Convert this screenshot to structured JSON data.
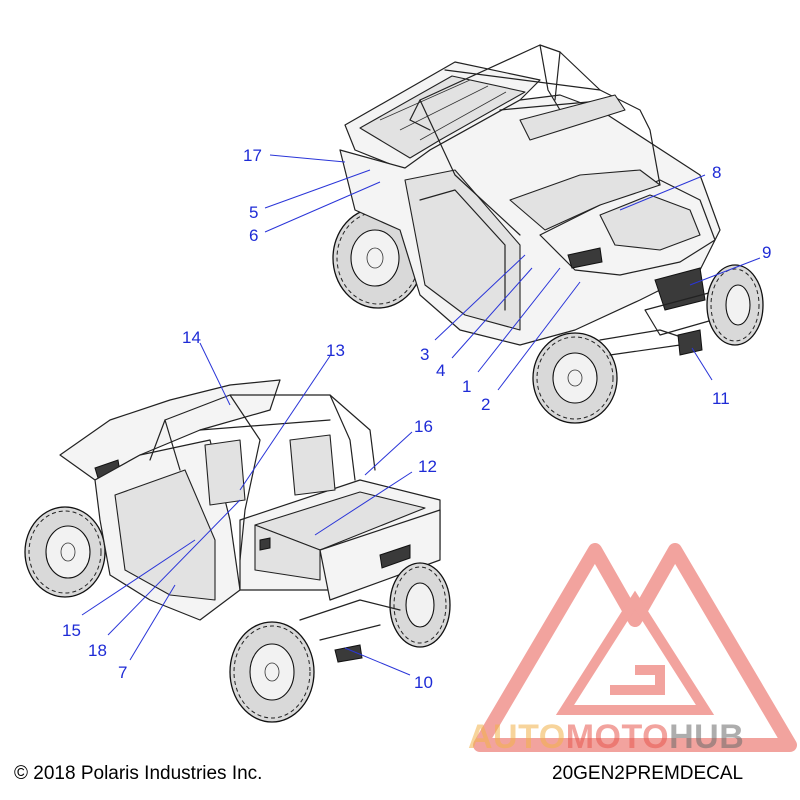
{
  "callouts": [
    {
      "id": "1",
      "label": "1"
    },
    {
      "id": "2",
      "label": "2"
    },
    {
      "id": "3",
      "label": "3"
    },
    {
      "id": "4",
      "label": "4"
    },
    {
      "id": "5",
      "label": "5"
    },
    {
      "id": "6",
      "label": "6"
    },
    {
      "id": "7",
      "label": "7"
    },
    {
      "id": "8",
      "label": "8"
    },
    {
      "id": "9",
      "label": "9"
    },
    {
      "id": "10",
      "label": "10"
    },
    {
      "id": "11",
      "label": "11"
    },
    {
      "id": "12",
      "label": "12"
    },
    {
      "id": "13",
      "label": "13"
    },
    {
      "id": "14",
      "label": "14"
    },
    {
      "id": "15",
      "label": "15"
    },
    {
      "id": "16",
      "label": "16"
    },
    {
      "id": "17",
      "label": "17"
    },
    {
      "id": "18",
      "label": "18"
    }
  ],
  "footer": {
    "copyright": "© 2018 Polaris Industries Inc.",
    "diagram_code": "20GEN2PREMDECAL"
  },
  "watermark": {
    "part1": "AUTO",
    "part2": "MOTO",
    "part3": "HUB",
    "color_part1": "#f2b24a",
    "color_part2": "#e8584f",
    "color_part3": "#6b6b6b",
    "logo_color": "#e8584f"
  },
  "colors": {
    "callout": "#1e2bd6",
    "line": "#222222"
  }
}
